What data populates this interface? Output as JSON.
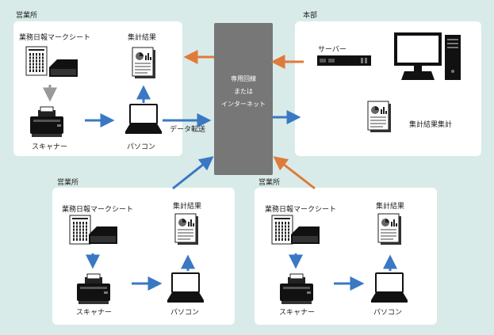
{
  "center": {
    "line1": "専用回線",
    "line2": "または",
    "line3": "インターネット"
  },
  "transfer_label": "データ転送",
  "headquarters": {
    "title": "本部",
    "server_label": "サーバー",
    "report_label": "集計結果集計"
  },
  "branches": [
    {
      "title": "営業所",
      "sheet_label": "業務日報マークシート",
      "result_label": "集計結果",
      "scanner_label": "スキャナー",
      "pc_label": "パソコン"
    },
    {
      "title": "営業所",
      "sheet_label": "業務日報マークシート",
      "result_label": "集計結果",
      "scanner_label": "スキャナー",
      "pc_label": "パソコン"
    },
    {
      "title": "営業所",
      "sheet_label": "業務日報マークシート",
      "result_label": "集計結果",
      "scanner_label": "スキャナー",
      "pc_label": "パソコン"
    }
  ],
  "colors": {
    "background": "#d9ebe8",
    "center": "#777777",
    "upload_arrow": "#3a78c4",
    "download_arrow": "#e07a3a"
  }
}
